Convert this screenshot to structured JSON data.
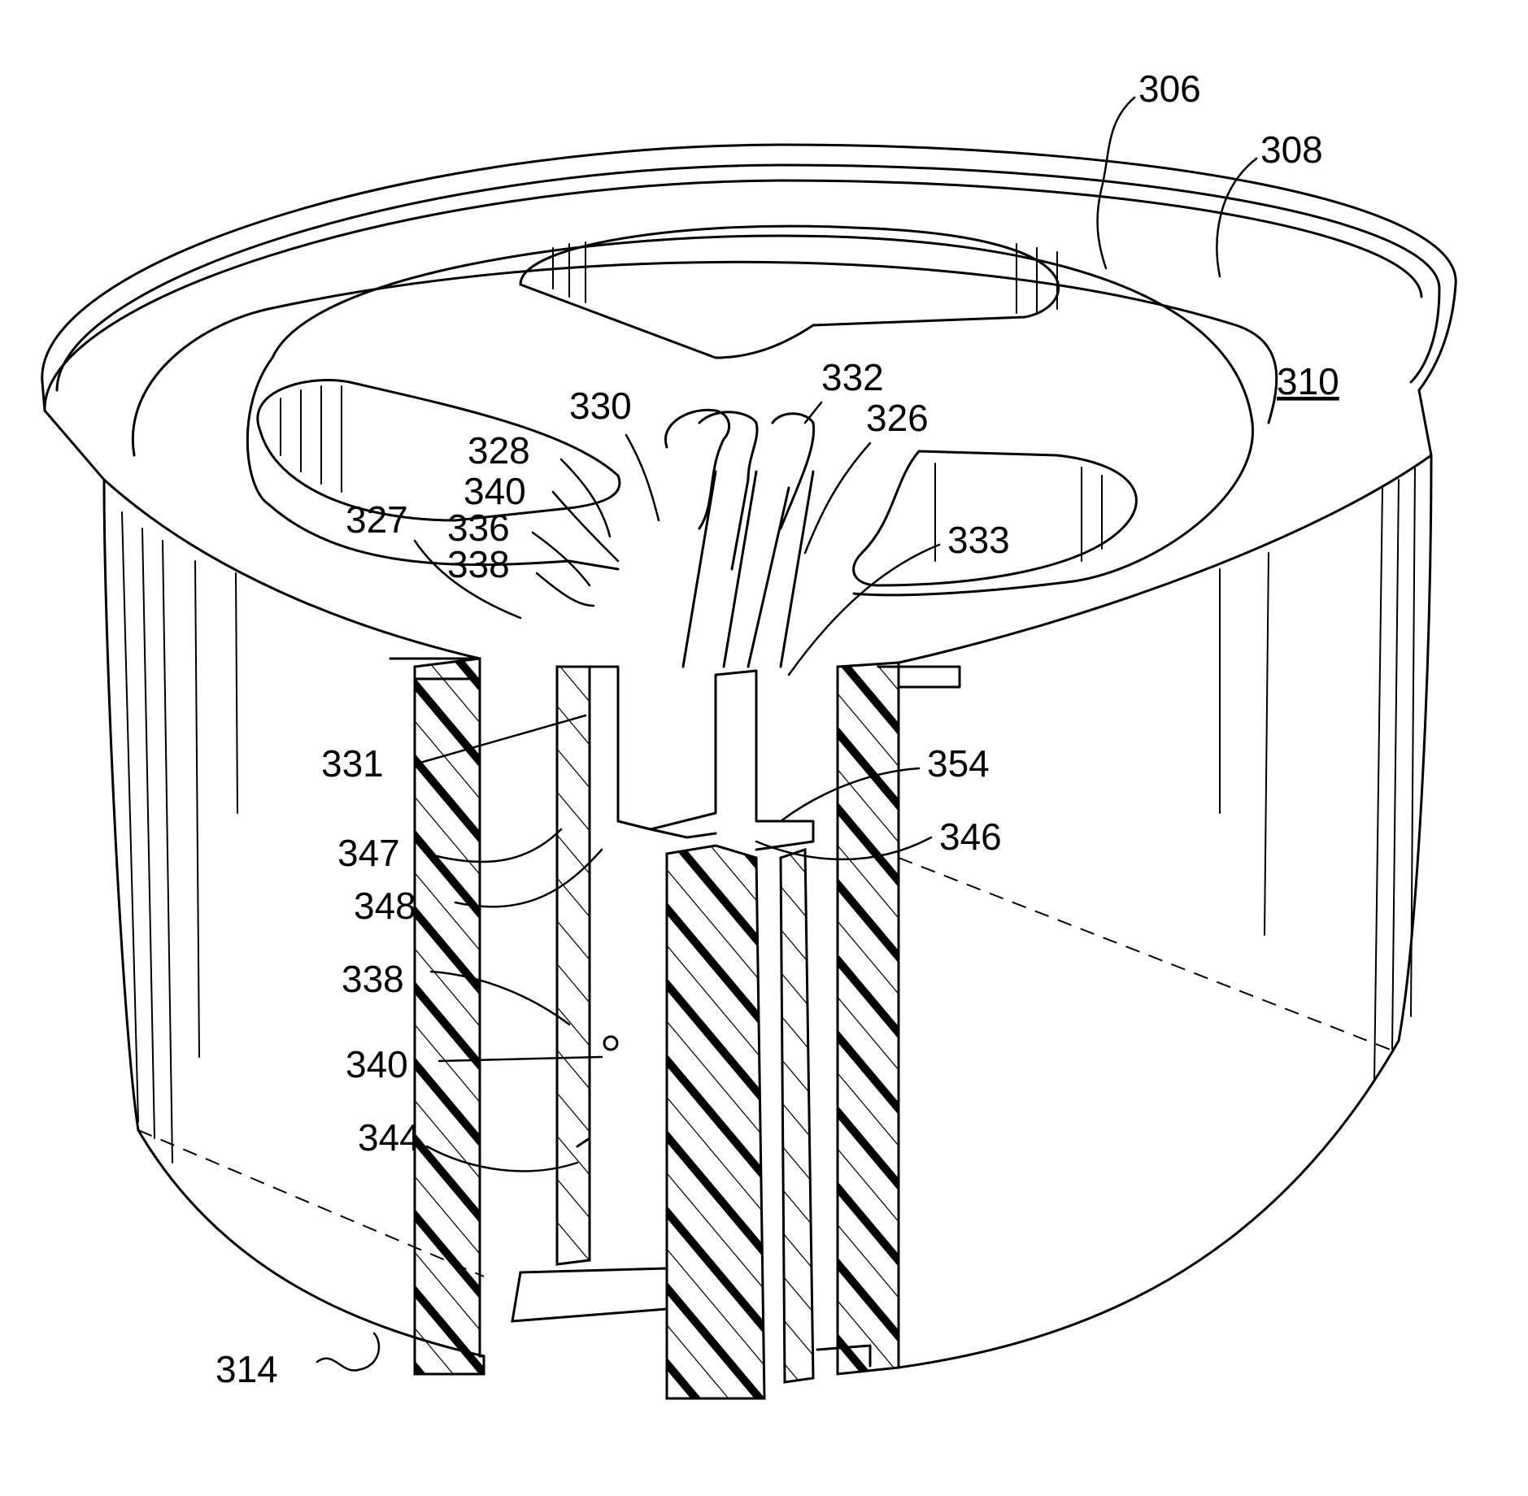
{
  "figure": {
    "labels": {
      "l306": "306",
      "l308": "308",
      "l310": "310",
      "l332": "332",
      "l330": "330",
      "l326": "326",
      "l328": "328",
      "l340_top": "340",
      "l327": "327",
      "l336": "336",
      "l338_top": "338",
      "l333": "333",
      "l331": "331",
      "l354": "354",
      "l347": "347",
      "l346": "346",
      "l348": "348",
      "l338_bottom": "338",
      "l340_bottom": "340",
      "l344": "344",
      "l314": "314"
    },
    "colors": {
      "ink": "#000000",
      "paper": "#ffffff"
    }
  }
}
